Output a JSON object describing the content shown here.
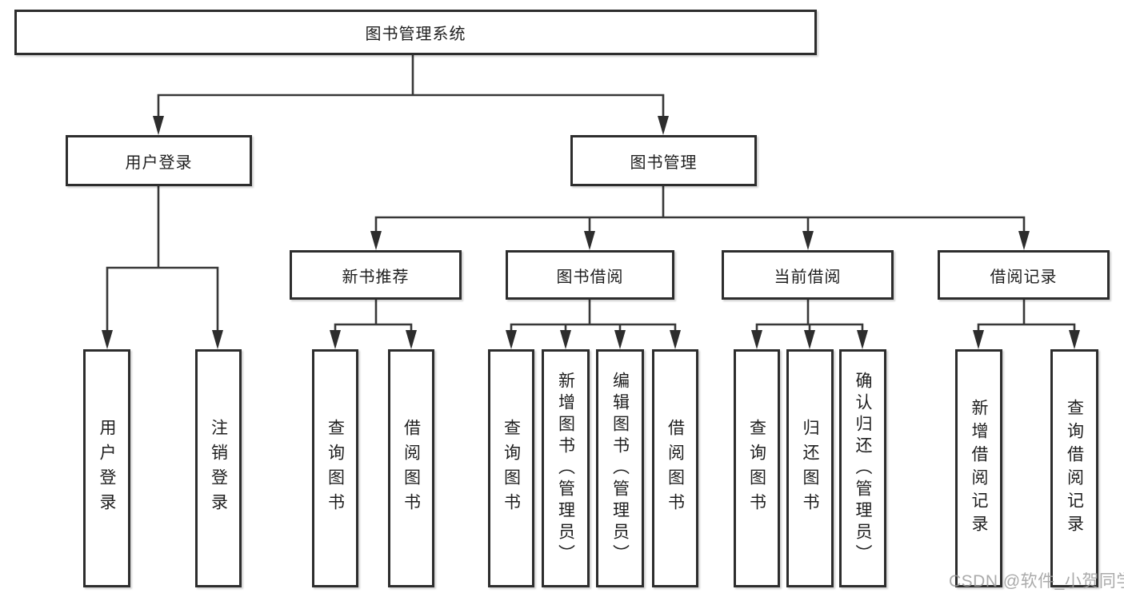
{
  "title": {
    "label": "图书管理系统"
  },
  "level2": [
    {
      "label": "用户登录",
      "parent": "图书管理系统"
    },
    {
      "label": "图书管理",
      "parent": "图书管理系统"
    }
  ],
  "level3": [
    {
      "label": "新书推荐",
      "parent": "图书管理"
    },
    {
      "label": "图书借阅",
      "parent": "图书管理"
    },
    {
      "label": "当前借阅",
      "parent": "图书管理"
    },
    {
      "label": "借阅记录",
      "parent": "图书管理"
    }
  ],
  "level4": [
    {
      "label": "用户登录",
      "parent": "用户登录"
    },
    {
      "label": "注销登录",
      "parent": "用户登录"
    },
    {
      "label": "查询图书",
      "parent": "新书推荐"
    },
    {
      "label": "借阅图书",
      "parent": "新书推荐"
    },
    {
      "label": "查询图书",
      "parent": "图书借阅"
    },
    {
      "label": "新增图书（管理员）",
      "parent": "图书借阅"
    },
    {
      "label": "编辑图书（管理员）",
      "parent": "图书借阅"
    },
    {
      "label": "借阅图书",
      "parent": "图书借阅"
    },
    {
      "label": "查询图书",
      "parent": "当前借阅"
    },
    {
      "label": "归还图书",
      "parent": "当前借阅"
    },
    {
      "label": "确认归还（管理员）",
      "parent": "当前借阅"
    },
    {
      "label": "新增借阅记录",
      "parent": "借阅记录"
    },
    {
      "label": "查询借阅记录",
      "parent": "借阅记录"
    }
  ],
  "watermark": "CSDN @软件_小贺同学",
  "colors": {
    "line": "#383838",
    "arrow": "#2d2d2d",
    "box_border": "#2d2d2d",
    "box_fill": "#ffffff",
    "text": "#1e1e1e",
    "watermark": "#9c9c9c",
    "background": "#ffffff"
  }
}
